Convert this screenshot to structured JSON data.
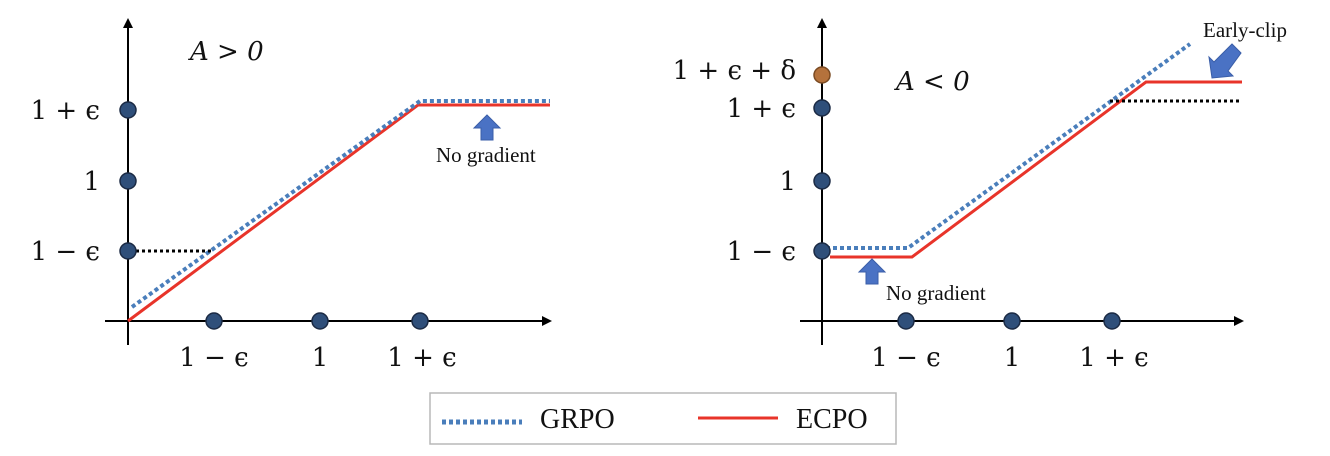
{
  "colors": {
    "grpo": "#4a7ebb",
    "ecpo": "#e8342a",
    "dot": "#2f4f7a",
    "dot_special": "#b5723c",
    "arrow": "#4a72c4",
    "axis": "#000000"
  },
  "left_panel": {
    "title": "A > 0",
    "y_ticks": [
      "1 + ϵ",
      "1",
      "1 − ϵ"
    ],
    "x_ticks": [
      "1 − ϵ",
      "1",
      "1 + ϵ"
    ],
    "annotation": "No gradient",
    "annotation_icon": "up-arrow-icon"
  },
  "right_panel": {
    "title": "A < 0",
    "y_ticks": [
      "1 + ϵ + δ",
      "1 + ϵ",
      "1",
      "1 − ϵ"
    ],
    "x_ticks": [
      "1 − ϵ",
      "1",
      "1 + ϵ"
    ],
    "annotation_low": "No gradient",
    "annotation_low_icon": "up-arrow-icon",
    "annotation_high": "Early-clip",
    "annotation_high_icon": "down-left-arrow-icon"
  },
  "legend": {
    "items": [
      {
        "label": "GRPO",
        "style": "dotted"
      },
      {
        "label": "ECPO",
        "style": "solid"
      }
    ]
  }
}
